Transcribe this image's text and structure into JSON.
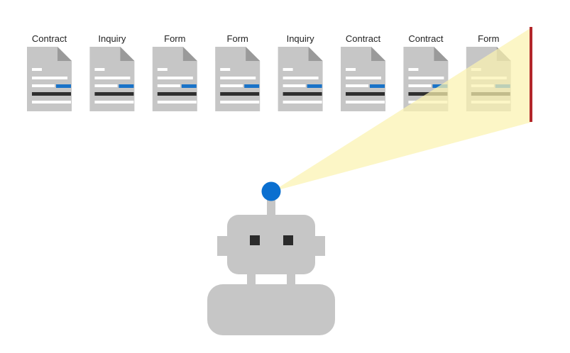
{
  "documents": [
    {
      "label": "Contract"
    },
    {
      "label": "Inquiry"
    },
    {
      "label": "Form"
    },
    {
      "label": "Form"
    },
    {
      "label": "Inquiry"
    },
    {
      "label": "Contract"
    },
    {
      "label": "Contract"
    },
    {
      "label": "Form"
    }
  ],
  "colors": {
    "doc_paper": "#c6c6c6",
    "doc_fold": "#9a9a9a",
    "doc_line": "#ffffff",
    "doc_dark_line": "#2f2f2f",
    "doc_accent": "#1a73c8",
    "robot_body": "#c6c6c6",
    "robot_eye": "#2b2b2b",
    "antenna_light": "#0a6fd0",
    "scan_beam": "#fbf3b0",
    "scanner_edge": "#b2262a"
  },
  "icons": {
    "document": "document-icon",
    "robot": "robot-icon",
    "antenna": "antenna-light-icon"
  }
}
